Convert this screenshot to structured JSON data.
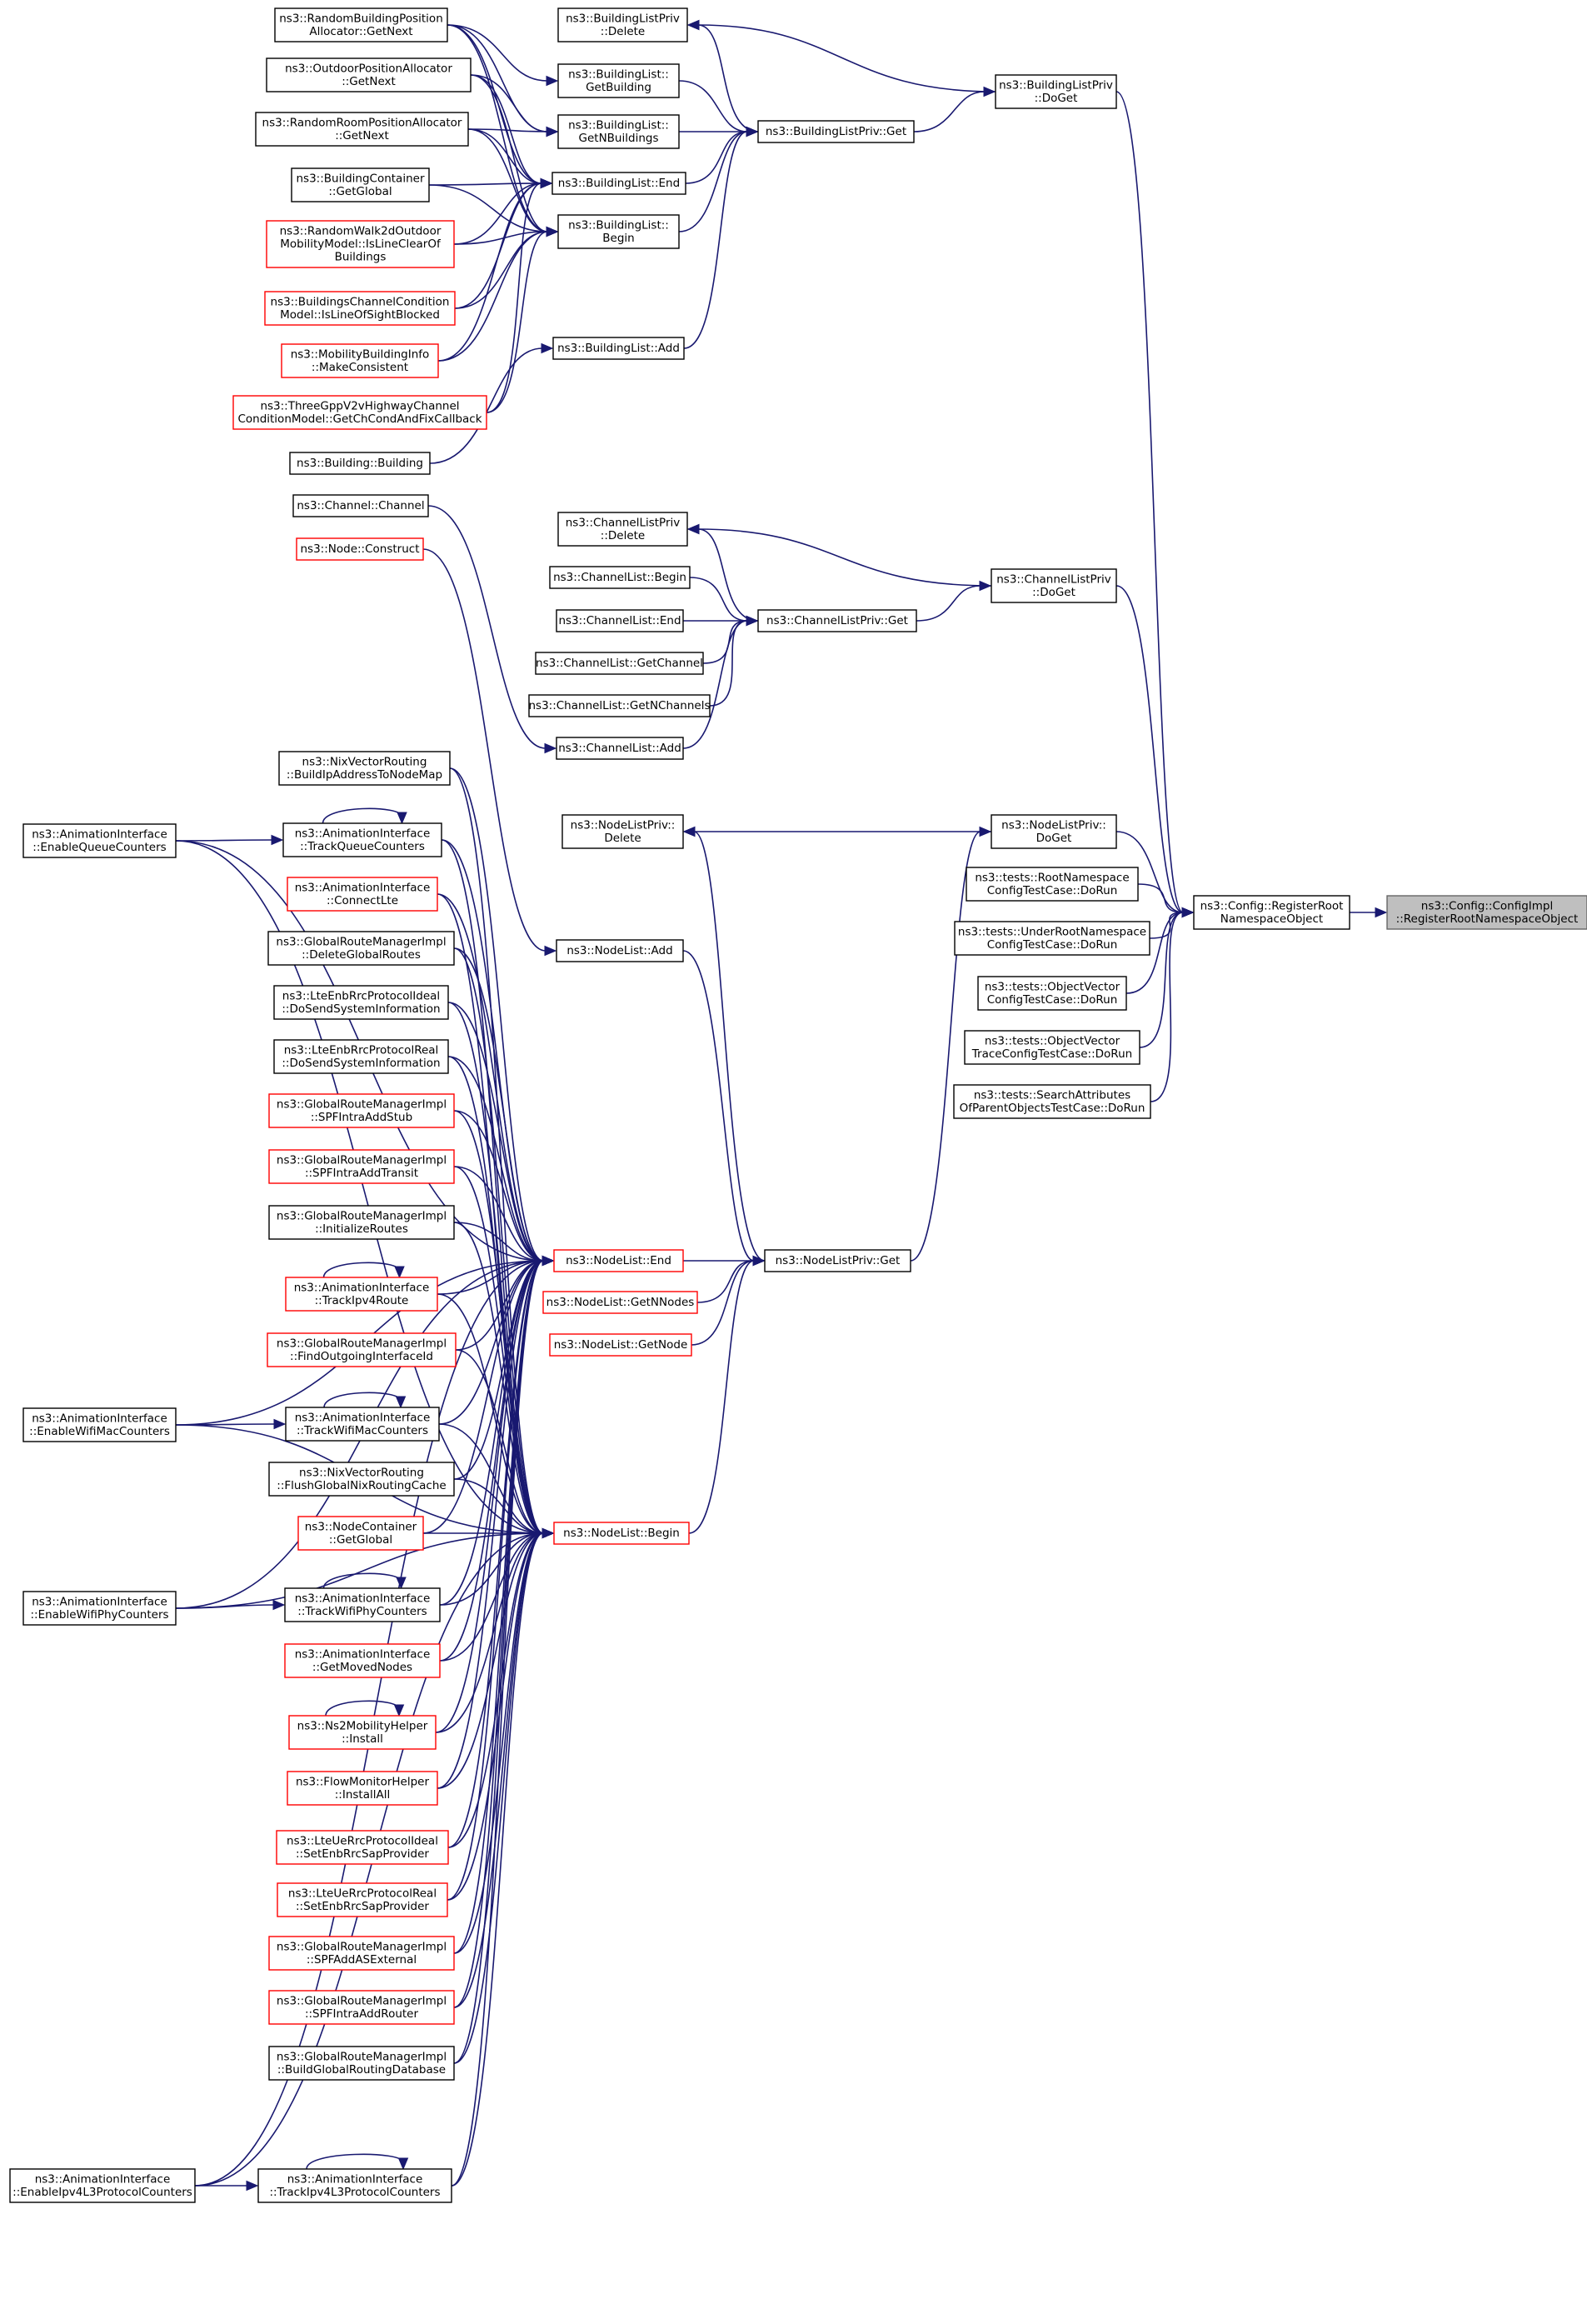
{
  "nodes": {
    "cfg_impl": [
      "ns3::Config::ConfigImpl",
      "::RegisterRootNamespaceObject"
    ],
    "cfg_reg": [
      "ns3::Config::RegisterRoot",
      "NamespaceObject"
    ],
    "t_root": [
      "ns3::tests::RootNamespace",
      "ConfigTestCase::DoRun"
    ],
    "t_under": [
      "ns3::tests::UnderRootNamespace",
      "ConfigTestCase::DoRun"
    ],
    "t_ov": [
      "ns3::tests::ObjectVector",
      "ConfigTestCase::DoRun"
    ],
    "t_ovt": [
      "ns3::tests::ObjectVector",
      "TraceConfigTestCase::DoRun"
    ],
    "t_search": [
      "ns3::tests::SearchAttributes",
      "OfParentObjectsTestCase::DoRun"
    ],
    "blp_doget": [
      "ns3::BuildingListPriv",
      "::DoGet"
    ],
    "blp_delete": [
      "ns3::BuildingListPriv",
      "::Delete"
    ],
    "blp_get": [
      "ns3::BuildingListPriv::Get"
    ],
    "bl_getbuilding": [
      "ns3::BuildingList::",
      "GetBuilding"
    ],
    "bl_getn": [
      "ns3::BuildingList::",
      "GetNBuildings"
    ],
    "bl_end": [
      "ns3::BuildingList::End"
    ],
    "bl_begin": [
      "ns3::BuildingList::",
      "Begin"
    ],
    "bl_add": [
      "ns3::BuildingList::Add"
    ],
    "rbpa": [
      "ns3::RandomBuildingPosition",
      "Allocator::GetNext"
    ],
    "opa": [
      "ns3::OutdoorPositionAllocator",
      "::GetNext"
    ],
    "rrpa": [
      "ns3::RandomRoomPositionAllocator",
      "::GetNext"
    ],
    "bc_global": [
      "ns3::BuildingContainer",
      "::GetGlobal"
    ],
    "rw2d": [
      "ns3::RandomWalk2dOutdoor",
      "MobilityModel::IsLineClearOf",
      "Buildings"
    ],
    "bcc": [
      "ns3::BuildingsChannelCondition",
      "Model::IsLineOfSightBlocked"
    ],
    "mbi": [
      "ns3::MobilityBuildingInfo",
      "::MakeConsistent"
    ],
    "three": [
      "ns3::ThreeGppV2vHighwayChannel",
      "ConditionModel::GetChCondAndFixCallback"
    ],
    "building": [
      "ns3::Building::Building"
    ],
    "channel": [
      "ns3::Channel::Channel"
    ],
    "node_construct": [
      "ns3::Node::Construct"
    ],
    "clp_doget": [
      "ns3::ChannelListPriv",
      "::DoGet"
    ],
    "clp_delete": [
      "ns3::ChannelListPriv",
      "::Delete"
    ],
    "clp_get": [
      "ns3::ChannelListPriv::Get"
    ],
    "cl_begin": [
      "ns3::ChannelList::Begin"
    ],
    "cl_end": [
      "ns3::ChannelList::End"
    ],
    "cl_getchannel": [
      "ns3::ChannelList::GetChannel"
    ],
    "cl_getn": [
      "ns3::ChannelList::GetNChannels"
    ],
    "cl_add": [
      "ns3::ChannelList::Add"
    ],
    "nlp_doget": [
      "ns3::NodeListPriv::",
      "DoGet"
    ],
    "nlp_delete": [
      "ns3::NodeListPriv::",
      "Delete"
    ],
    "nlp_get": [
      "ns3::NodeListPriv::Get"
    ],
    "nl_add": [
      "ns3::NodeList::Add"
    ],
    "nl_end": [
      "ns3::NodeList::End"
    ],
    "nl_getn": [
      "ns3::NodeList::GetNNodes"
    ],
    "nl_getnode": [
      "ns3::NodeList::GetNode"
    ],
    "nl_begin": [
      "ns3::NodeList::Begin"
    ],
    "nix_build": [
      "ns3::NixVectorRouting",
      "::BuildIpAddressToNodeMap"
    ],
    "ai_tqc": [
      "ns3::AnimationInterface",
      "::TrackQueueCounters"
    ],
    "ai_clte": [
      "ns3::AnimationInterface",
      "::ConnectLte"
    ],
    "grm_del": [
      "ns3::GlobalRouteManagerImpl",
      "::DeleteGlobalRoutes"
    ],
    "lte_ideal_sys": [
      "ns3::LteEnbRrcProtocolIdeal",
      "::DoSendSystemInformation"
    ],
    "lte_real_sys": [
      "ns3::LteEnbRrcProtocolReal",
      "::DoSendSystemInformation"
    ],
    "grm_stub": [
      "ns3::GlobalRouteManagerImpl",
      "::SPFIntraAddStub"
    ],
    "grm_transit": [
      "ns3::GlobalRouteManagerImpl",
      "::SPFIntraAddTransit"
    ],
    "grm_init": [
      "ns3::GlobalRouteManagerImpl",
      "::InitializeRoutes"
    ],
    "ai_tip4": [
      "ns3::AnimationInterface",
      "::TrackIpv4Route"
    ],
    "grm_find": [
      "ns3::GlobalRouteManagerImpl",
      "::FindOutgoingInterfaceId"
    ],
    "ai_twmc": [
      "ns3::AnimationInterface",
      "::TrackWifiMacCounters"
    ],
    "nix_flush": [
      "ns3::NixVectorRouting",
      "::FlushGlobalNixRoutingCache"
    ],
    "nc_global": [
      "ns3::NodeContainer",
      "::GetGlobal"
    ],
    "ai_twpc": [
      "ns3::AnimationInterface",
      "::TrackWifiPhyCounters"
    ],
    "ai_gmn": [
      "ns3::AnimationInterface",
      "::GetMovedNodes"
    ],
    "ns2": [
      "ns3::Ns2MobilityHelper",
      "::Install"
    ],
    "fm": [
      "ns3::FlowMonitorHelper",
      "::InstallAll"
    ],
    "lte_ideal_sap": [
      "ns3::LteUeRrcProtocolIdeal",
      "::SetEnbRrcSapProvider"
    ],
    "lte_real_sap": [
      "ns3::LteUeRrcProtocolReal",
      "::SetEnbRrcSapProvider"
    ],
    "grm_ext": [
      "ns3::GlobalRouteManagerImpl",
      "::SPFAddASExternal"
    ],
    "grm_router": [
      "ns3::GlobalRouteManagerImpl",
      "::SPFIntraAddRouter"
    ],
    "grm_build": [
      "ns3::GlobalRouteManagerImpl",
      "::BuildGlobalRoutingDatabase"
    ],
    "ai_tl3": [
      "ns3::AnimationInterface",
      "::TrackIpv4L3ProtocolCounters"
    ],
    "ai_eqc": [
      "ns3::AnimationInterface",
      "::EnableQueueCounters"
    ],
    "ai_ewmc": [
      "ns3::AnimationInterface",
      "::EnableWifiMacCounters"
    ],
    "ai_ewpc": [
      "ns3::AnimationInterface",
      "::EnableWifiPhyCounters"
    ],
    "ai_el3": [
      "ns3::AnimationInterface",
      "::EnableIpv4L3ProtocolCounters"
    ]
  },
  "colors": {
    "edge": "#191970",
    "default_border": "#000000",
    "truncated_border": "#ff0000",
    "focus_fill": "#bfbfbf"
  }
}
